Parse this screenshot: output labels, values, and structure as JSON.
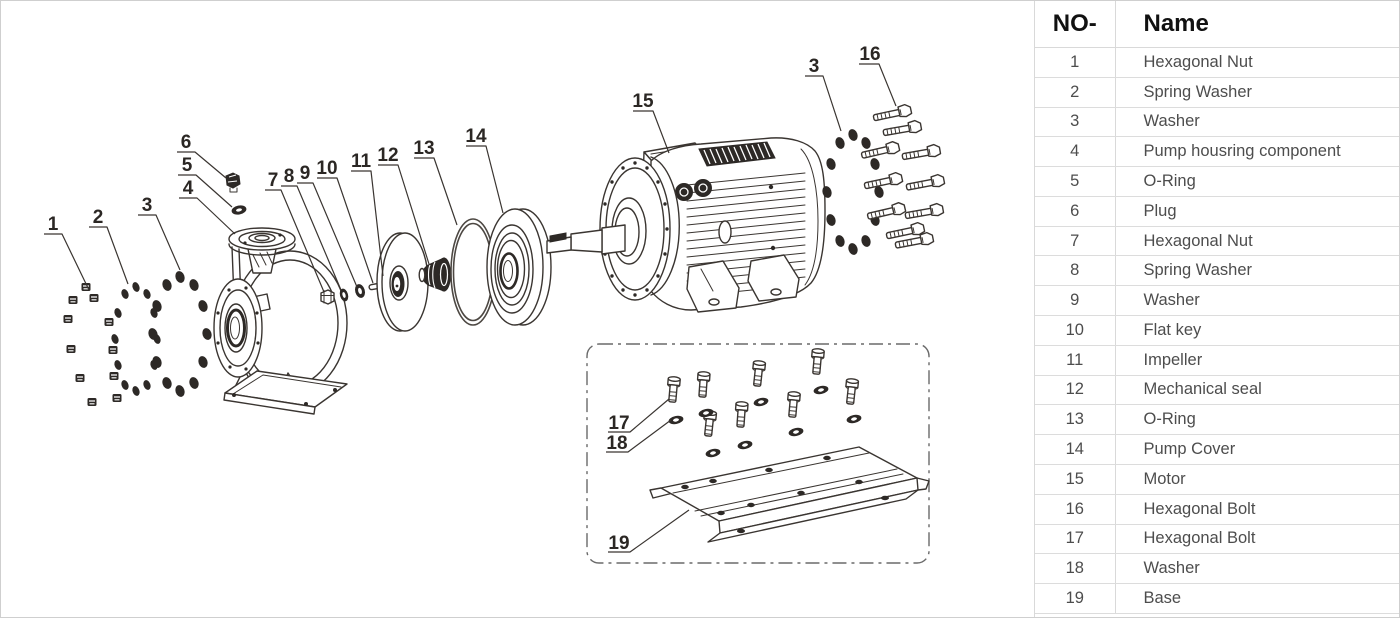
{
  "table": {
    "headers": {
      "no": "NO-",
      "name": "Name"
    },
    "rows": [
      {
        "no": "1",
        "name": "Hexagonal Nut"
      },
      {
        "no": "2",
        "name": "Spring Washer"
      },
      {
        "no": "3",
        "name": "Washer"
      },
      {
        "no": "4",
        "name": "Pump housring component"
      },
      {
        "no": "5",
        "name": "O-Ring"
      },
      {
        "no": "6",
        "name": "Plug"
      },
      {
        "no": "7",
        "name": "Hexagonal Nut"
      },
      {
        "no": "8",
        "name": "Spring Washer"
      },
      {
        "no": "9",
        "name": "Washer"
      },
      {
        "no": "10",
        "name": "Flat key"
      },
      {
        "no": "11",
        "name": "Impeller"
      },
      {
        "no": "12",
        "name": "Mechanical seal"
      },
      {
        "no": "13",
        "name": "O-Ring"
      },
      {
        "no": "14",
        "name": "Pump Cover"
      },
      {
        "no": "15",
        "name": "Motor"
      },
      {
        "no": "16",
        "name": "Hexagonal Bolt"
      },
      {
        "no": "17",
        "name": "Hexagonal Bolt"
      },
      {
        "no": "18",
        "name": "Washer"
      },
      {
        "no": "19",
        "name": "Base"
      }
    ]
  },
  "diagram": {
    "callouts": [
      {
        "id": "callout-1",
        "label": "1"
      },
      {
        "id": "callout-2",
        "label": "2"
      },
      {
        "id": "callout-3-left",
        "label": "3"
      },
      {
        "id": "callout-4",
        "label": "4"
      },
      {
        "id": "callout-5",
        "label": "5"
      },
      {
        "id": "callout-6",
        "label": "6"
      },
      {
        "id": "callout-7",
        "label": "7"
      },
      {
        "id": "callout-8",
        "label": "8"
      },
      {
        "id": "callout-9",
        "label": "9"
      },
      {
        "id": "callout-10",
        "label": "10"
      },
      {
        "id": "callout-11",
        "label": "11"
      },
      {
        "id": "callout-12",
        "label": "12"
      },
      {
        "id": "callout-13",
        "label": "13"
      },
      {
        "id": "callout-14",
        "label": "14"
      },
      {
        "id": "callout-15",
        "label": "15"
      },
      {
        "id": "callout-3-right",
        "label": "3"
      },
      {
        "id": "callout-16",
        "label": "16"
      },
      {
        "id": "callout-17",
        "label": "17"
      },
      {
        "id": "callout-18",
        "label": "18"
      },
      {
        "id": "callout-19",
        "label": "19"
      }
    ]
  },
  "colors": {
    "line": "#3a3531",
    "label": "#2b2724",
    "table_border": "#d9d9d9",
    "header_text": "#111111",
    "row_text": "#4d4d4d",
    "page_border": "#cfcfcf"
  }
}
